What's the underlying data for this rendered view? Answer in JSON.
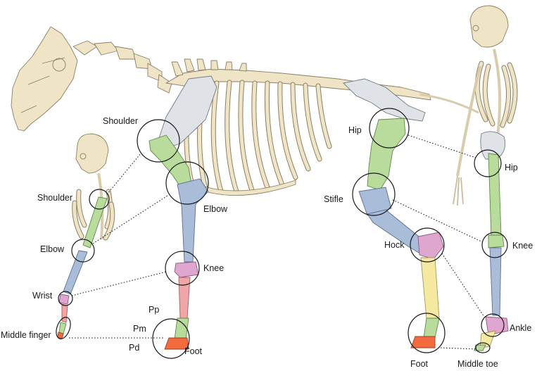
{
  "labels": {
    "horse_shoulder": "Shoulder",
    "horse_elbow": "Elbow",
    "horse_knee": "Knee",
    "pp": "Pp",
    "pm": "Pm",
    "pd": "Pd",
    "horse_foot_front": "Foot",
    "horse_hip": "Hip",
    "horse_stifle": "Stifle",
    "horse_hock": "Hock",
    "horse_foot_hind": "Foot",
    "human_shoulder": "Shoulder",
    "human_elbow": "Elbow",
    "human_wrist": "Wrist",
    "human_middle_finger": "Middle finger",
    "human_hip": "Hip",
    "human_knee": "Knee",
    "human_ankle": "Ankle",
    "human_middle_toe": "Middle toe"
  }
}
